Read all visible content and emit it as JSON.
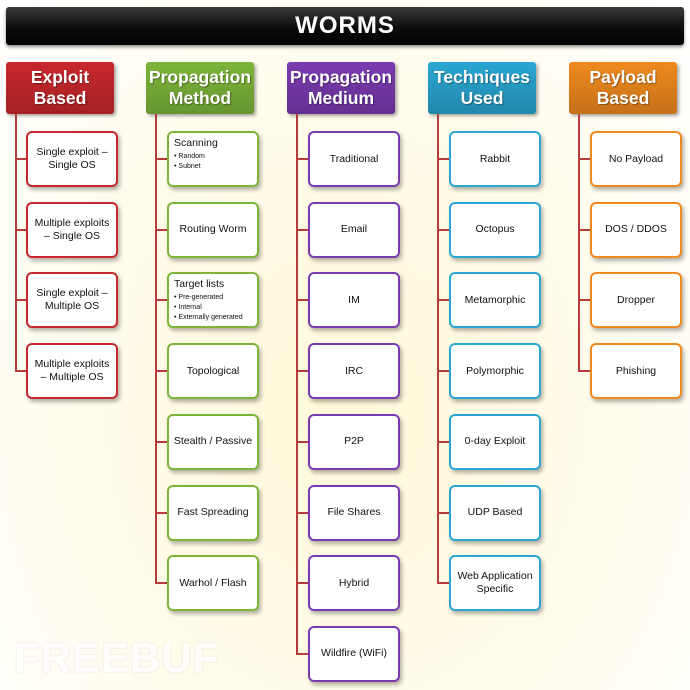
{
  "title": "WORMS",
  "colors": {
    "exploit": "#c8282d",
    "propagation_method": "#7db53a",
    "propagation_medium": "#7a3bb0",
    "techniques": "#2aa6d2",
    "payload": "#ef8a1e",
    "connector": "#b63c3c"
  },
  "columns": [
    {
      "header": "Exploit Based",
      "items": [
        {
          "text": "Single exploit – Single OS"
        },
        {
          "text": "Multiple exploits – Single OS"
        },
        {
          "text": "Single exploit – Multiple OS"
        },
        {
          "text": "Multiple exploits – Multiple OS"
        }
      ]
    },
    {
      "header": "Propagation Method",
      "items": [
        {
          "text": "Scanning",
          "sub": [
            "Random",
            "Subnet"
          ]
        },
        {
          "text": "Routing Worm"
        },
        {
          "text": "Target lists",
          "sub": [
            "Pre-generated",
            "Internal",
            "Externally generated"
          ]
        },
        {
          "text": "Topological"
        },
        {
          "text": "Stealth / Passive"
        },
        {
          "text": "Fast Spreading"
        },
        {
          "text": "Warhol / Flash"
        }
      ]
    },
    {
      "header": "Propagation Medium",
      "items": [
        {
          "text": "Traditional"
        },
        {
          "text": "Email"
        },
        {
          "text": "IM"
        },
        {
          "text": "IRC"
        },
        {
          "text": "P2P"
        },
        {
          "text": "File Shares"
        },
        {
          "text": "Hybrid"
        },
        {
          "text": "Wildfire (WiFi)"
        }
      ]
    },
    {
      "header": "Techniques Used",
      "items": [
        {
          "text": "Rabbit"
        },
        {
          "text": "Octopus"
        },
        {
          "text": "Metamorphic"
        },
        {
          "text": "Polymorphic"
        },
        {
          "text": "0-day Exploit"
        },
        {
          "text": "UDP Based"
        },
        {
          "text": "Web Application Specific"
        }
      ]
    },
    {
      "header": "Payload Based",
      "items": [
        {
          "text": "No Payload"
        },
        {
          "text": "DOS / DDOS"
        },
        {
          "text": "Dropper"
        },
        {
          "text": "Phishing"
        }
      ]
    }
  ],
  "watermark": "FREEBUF"
}
